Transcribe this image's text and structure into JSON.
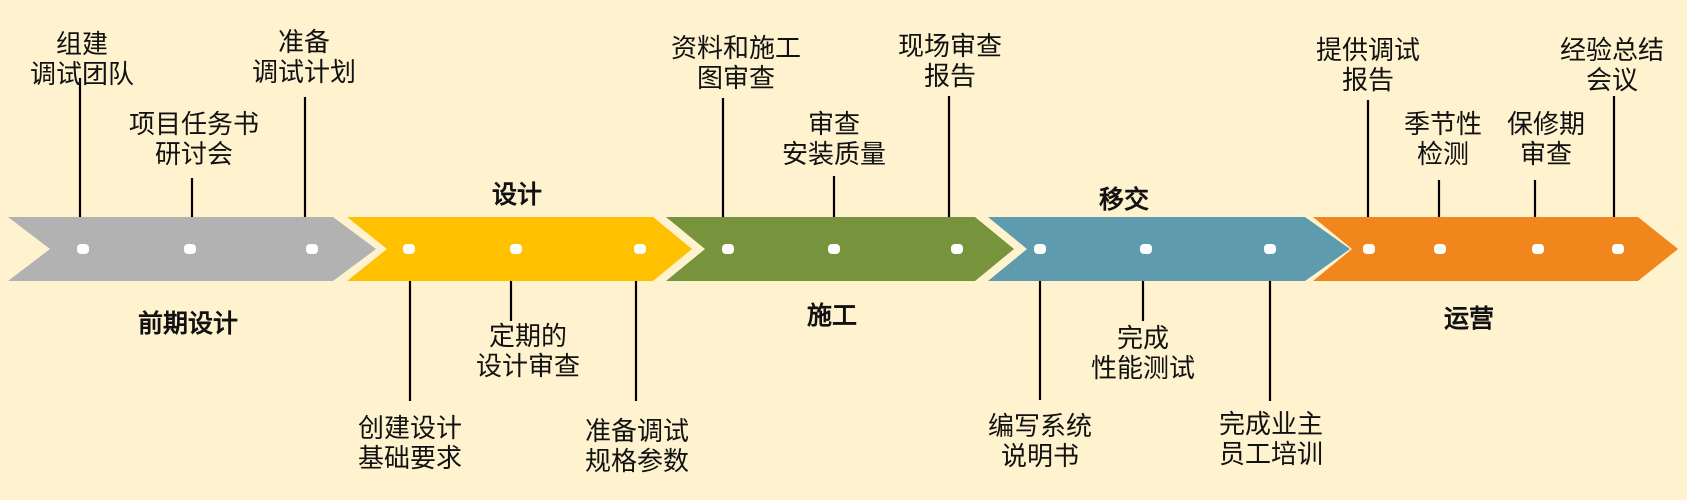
{
  "diagram": {
    "type": "process-timeline",
    "background_color": "#FFF2CF",
    "phases": [
      {
        "id": "predesign",
        "name": "前期设计",
        "color": "#B2B2B2",
        "milestones": [
          {
            "lines": [
              "组建",
              "调试团队"
            ],
            "side": "top"
          },
          {
            "lines": [
              "项目任务书",
              "研讨会"
            ],
            "side": "top"
          },
          {
            "lines": [
              "准备",
              "调试计划"
            ],
            "side": "top"
          }
        ]
      },
      {
        "id": "design",
        "name": "设计",
        "color": "#FFC000",
        "milestones": [
          {
            "lines": [
              "创建设计",
              "基础要求"
            ],
            "side": "bottom"
          },
          {
            "lines": [
              "定期的",
              "设计审查"
            ],
            "side": "bottom"
          },
          {
            "lines": [
              "准备调试",
              "规格参数"
            ],
            "side": "bottom"
          }
        ]
      },
      {
        "id": "construction",
        "name": "施工",
        "color": "#77933C",
        "milestones": [
          {
            "lines": [
              "资料和施工",
              "图审查"
            ],
            "side": "top"
          },
          {
            "lines": [
              "审查",
              "安装质量"
            ],
            "side": "top"
          },
          {
            "lines": [
              "现场审查",
              "报告"
            ],
            "side": "top"
          }
        ]
      },
      {
        "id": "handover",
        "name": "移交",
        "color": "#5F9BAE",
        "milestones": [
          {
            "lines": [
              "编写系统",
              "说明书"
            ],
            "side": "bottom"
          },
          {
            "lines": [
              "完成",
              "性能测试"
            ],
            "side": "bottom"
          },
          {
            "lines": [
              "完成业主",
              "员工培训"
            ],
            "side": "bottom"
          }
        ]
      },
      {
        "id": "operation",
        "name": "运营",
        "color": "#F0861C",
        "milestones": [
          {
            "lines": [
              "提供调试",
              "报告"
            ],
            "side": "top"
          },
          {
            "lines": [
              "季节性",
              "检测"
            ],
            "side": "top"
          },
          {
            "lines": [
              "保修期",
              "审查"
            ],
            "side": "top"
          },
          {
            "lines": [
              "经验总结",
              "会议"
            ],
            "side": "top"
          }
        ]
      }
    ]
  }
}
